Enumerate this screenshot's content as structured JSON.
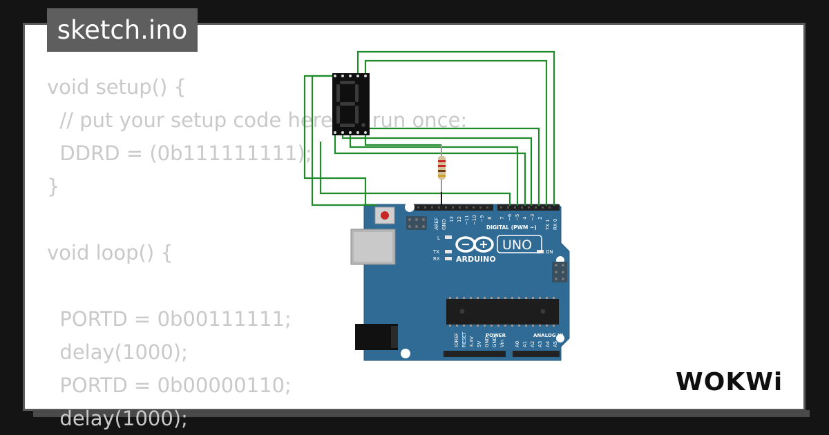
{
  "editor": {
    "filename": "sketch.ino",
    "code_lines": [
      "void setup() {",
      "  // put your setup code here, to run once:",
      "  DDRD = (0b111111111);",
      "}",
      "",
      "void loop() {",
      "",
      "  PORTD = 0b00111111;",
      "  delay(1000);",
      "  PORTD = 0b00000110;",
      "  delay(1000);"
    ]
  },
  "board": {
    "name": "UNO",
    "brand": "ARDUINO",
    "section_labels": {
      "digital": "DIGITAL (PWM ~)",
      "power": "POWER",
      "analog": "ANALOG IN",
      "on_led": "ON",
      "l_led": "L",
      "tx_led": "TX",
      "rx_led": "RX"
    },
    "top_pin_labels": [
      "AREF",
      "GND",
      "13",
      "12",
      "~11",
      "~10",
      "~9",
      "8",
      "7",
      "~6",
      "~5",
      "4",
      "~3",
      "2",
      "TX 1",
      "RX 0"
    ],
    "power_pin_labels": [
      "IOREF",
      "RESET",
      "3.3V",
      "5V",
      "GND",
      "GND",
      "Vin"
    ],
    "analog_pin_labels": [
      "A0",
      "A1",
      "A2",
      "A3",
      "A4",
      "A5"
    ],
    "color": "#2f6b94"
  },
  "components": {
    "display": "seven-segment",
    "resistor": "resistor"
  },
  "wire_color": "#1f8a2a",
  "brand_logo": "WOKWi"
}
